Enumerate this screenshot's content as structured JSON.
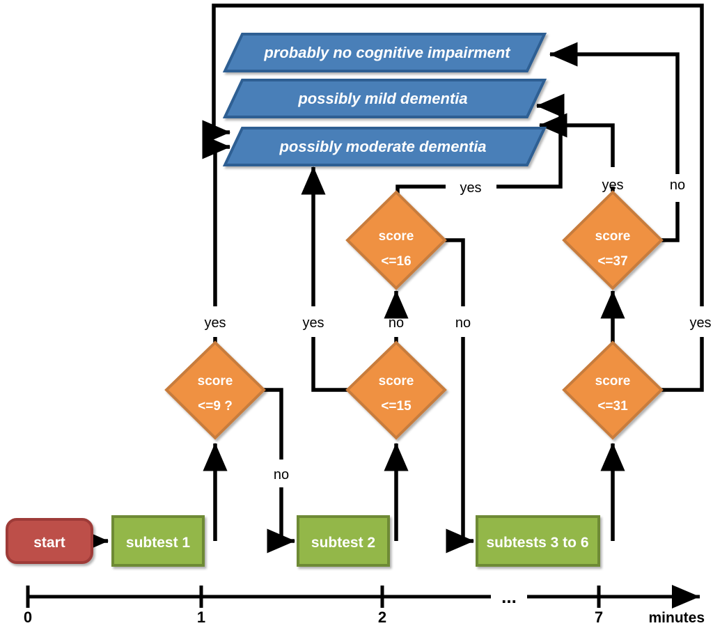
{
  "diagram": {
    "title": "Adaptive cognitive subtest flowchart with time axis",
    "colors": {
      "start_fill": "#bd4f4a",
      "start_border": "#9e3b37",
      "process_fill": "#93b74a",
      "process_border": "#6e8a34",
      "decision_fill": "#ef9142",
      "decision_border": "#c77c3c",
      "outcome_fill": "#4a7fb8",
      "outcome_border": "#2d5f93",
      "line": "#000000",
      "text_on_shape": "#ffffff"
    },
    "start_node": {
      "label": "start"
    },
    "process_nodes": [
      {
        "id": "subtest1",
        "label": "subtest 1"
      },
      {
        "id": "subtest2",
        "label": "subtest 2"
      },
      {
        "id": "subtest36",
        "label": "subtests 3 to 6"
      }
    ],
    "decision_nodes": [
      {
        "id": "d9",
        "line1": "score",
        "line2": "<=9 ?"
      },
      {
        "id": "d15",
        "line1": "score",
        "line2": "<=15"
      },
      {
        "id": "d16",
        "line1": "score",
        "line2": "<=16"
      },
      {
        "id": "d31",
        "line1": "score",
        "line2": "<=31"
      },
      {
        "id": "d37",
        "line1": "score",
        "line2": "<=37"
      }
    ],
    "outcome_nodes": [
      {
        "id": "out_none",
        "label": "probably no cognitive impairment"
      },
      {
        "id": "out_mild",
        "label": "possibly mild dementia"
      },
      {
        "id": "out_moderate",
        "label": "possibly moderate dementia"
      }
    ],
    "edge_labels": [
      {
        "id": "d9-yes",
        "text": "yes"
      },
      {
        "id": "d9-no",
        "text": "no"
      },
      {
        "id": "d15-yes",
        "text": "yes"
      },
      {
        "id": "d15-no",
        "text": "no"
      },
      {
        "id": "d16-yes",
        "text": "yes"
      },
      {
        "id": "d16-no",
        "text": "no"
      },
      {
        "id": "d31-yes",
        "text": "yes"
      },
      {
        "id": "d37-yes",
        "text": "yes"
      },
      {
        "id": "d37-no",
        "text": "no"
      }
    ],
    "timeline": {
      "ticks": [
        "0",
        "1",
        "2",
        "7"
      ],
      "ellipsis": "...",
      "unit_label": "minutes"
    }
  }
}
